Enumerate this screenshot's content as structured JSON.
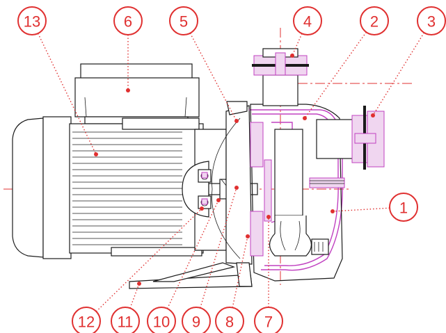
{
  "diagram": {
    "callouts": [
      {
        "label": "1"
      },
      {
        "label": "2"
      },
      {
        "label": "3"
      },
      {
        "label": "4"
      },
      {
        "label": "5"
      },
      {
        "label": "6"
      },
      {
        "label": "7"
      },
      {
        "label": "8"
      },
      {
        "label": "9"
      },
      {
        "label": "10"
      },
      {
        "label": "11"
      },
      {
        "label": "12"
      },
      {
        "label": "13"
      }
    ],
    "colors": {
      "callout": "#e03030",
      "drawing": "#1a1a1a",
      "pump_section": "#c040c0",
      "section_fill": "#f0d6f0"
    }
  }
}
